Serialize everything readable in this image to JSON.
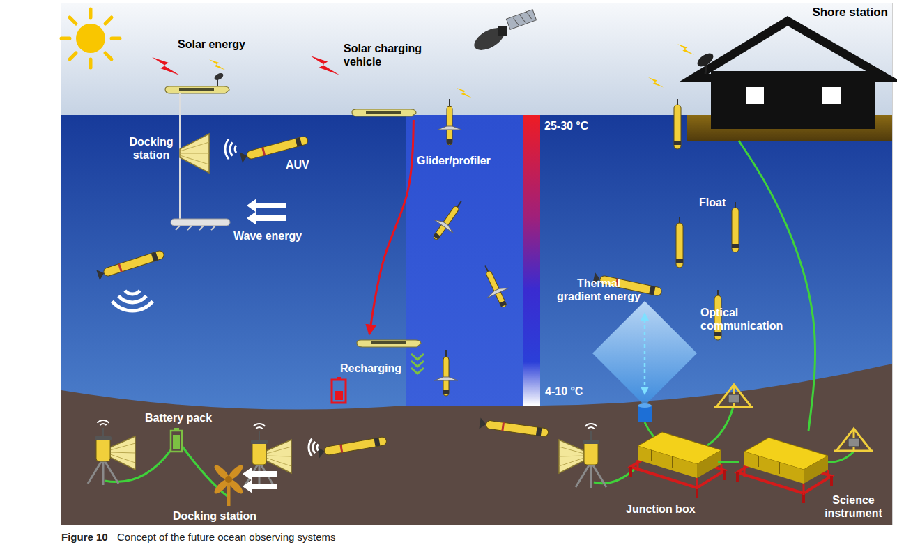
{
  "diagram": {
    "caption": "Concept of the future ocean observing systems",
    "nodes": [
      {
        "text": [
          "Solar charging vehicle"
        ]
      },
      {
        "text": [
          "Recharging"
        ]
      },
      {
        "text": [
          "Shore station"
        ]
      },
      {
        "text": [
          "Junction box"
        ]
      },
      {
        "text": [
          "Science instrument"
        ]
      },
      {
        "text": [
          "Battery pack"
        ]
      },
      {
        "text": [
          "Docking station"
        ]
      }
    ],
    "edges": [
      {
        "from": 0,
        "to": 1,
        "arrow": "to"
      },
      {
        "from": 2,
        "to": 4,
        "arrow": "none"
      },
      {
        "from": 3,
        "to": 4,
        "arrow": "none"
      }
    ],
    "labels": [
      "Solar energy",
      "Docking station",
      "AUV",
      "Wave energy",
      "Glider/profiler",
      "25-30 °C",
      "Thermal gradient energy",
      "4-10 °C",
      "Float",
      "Optical communication",
      "Figure 10"
    ]
  }
}
